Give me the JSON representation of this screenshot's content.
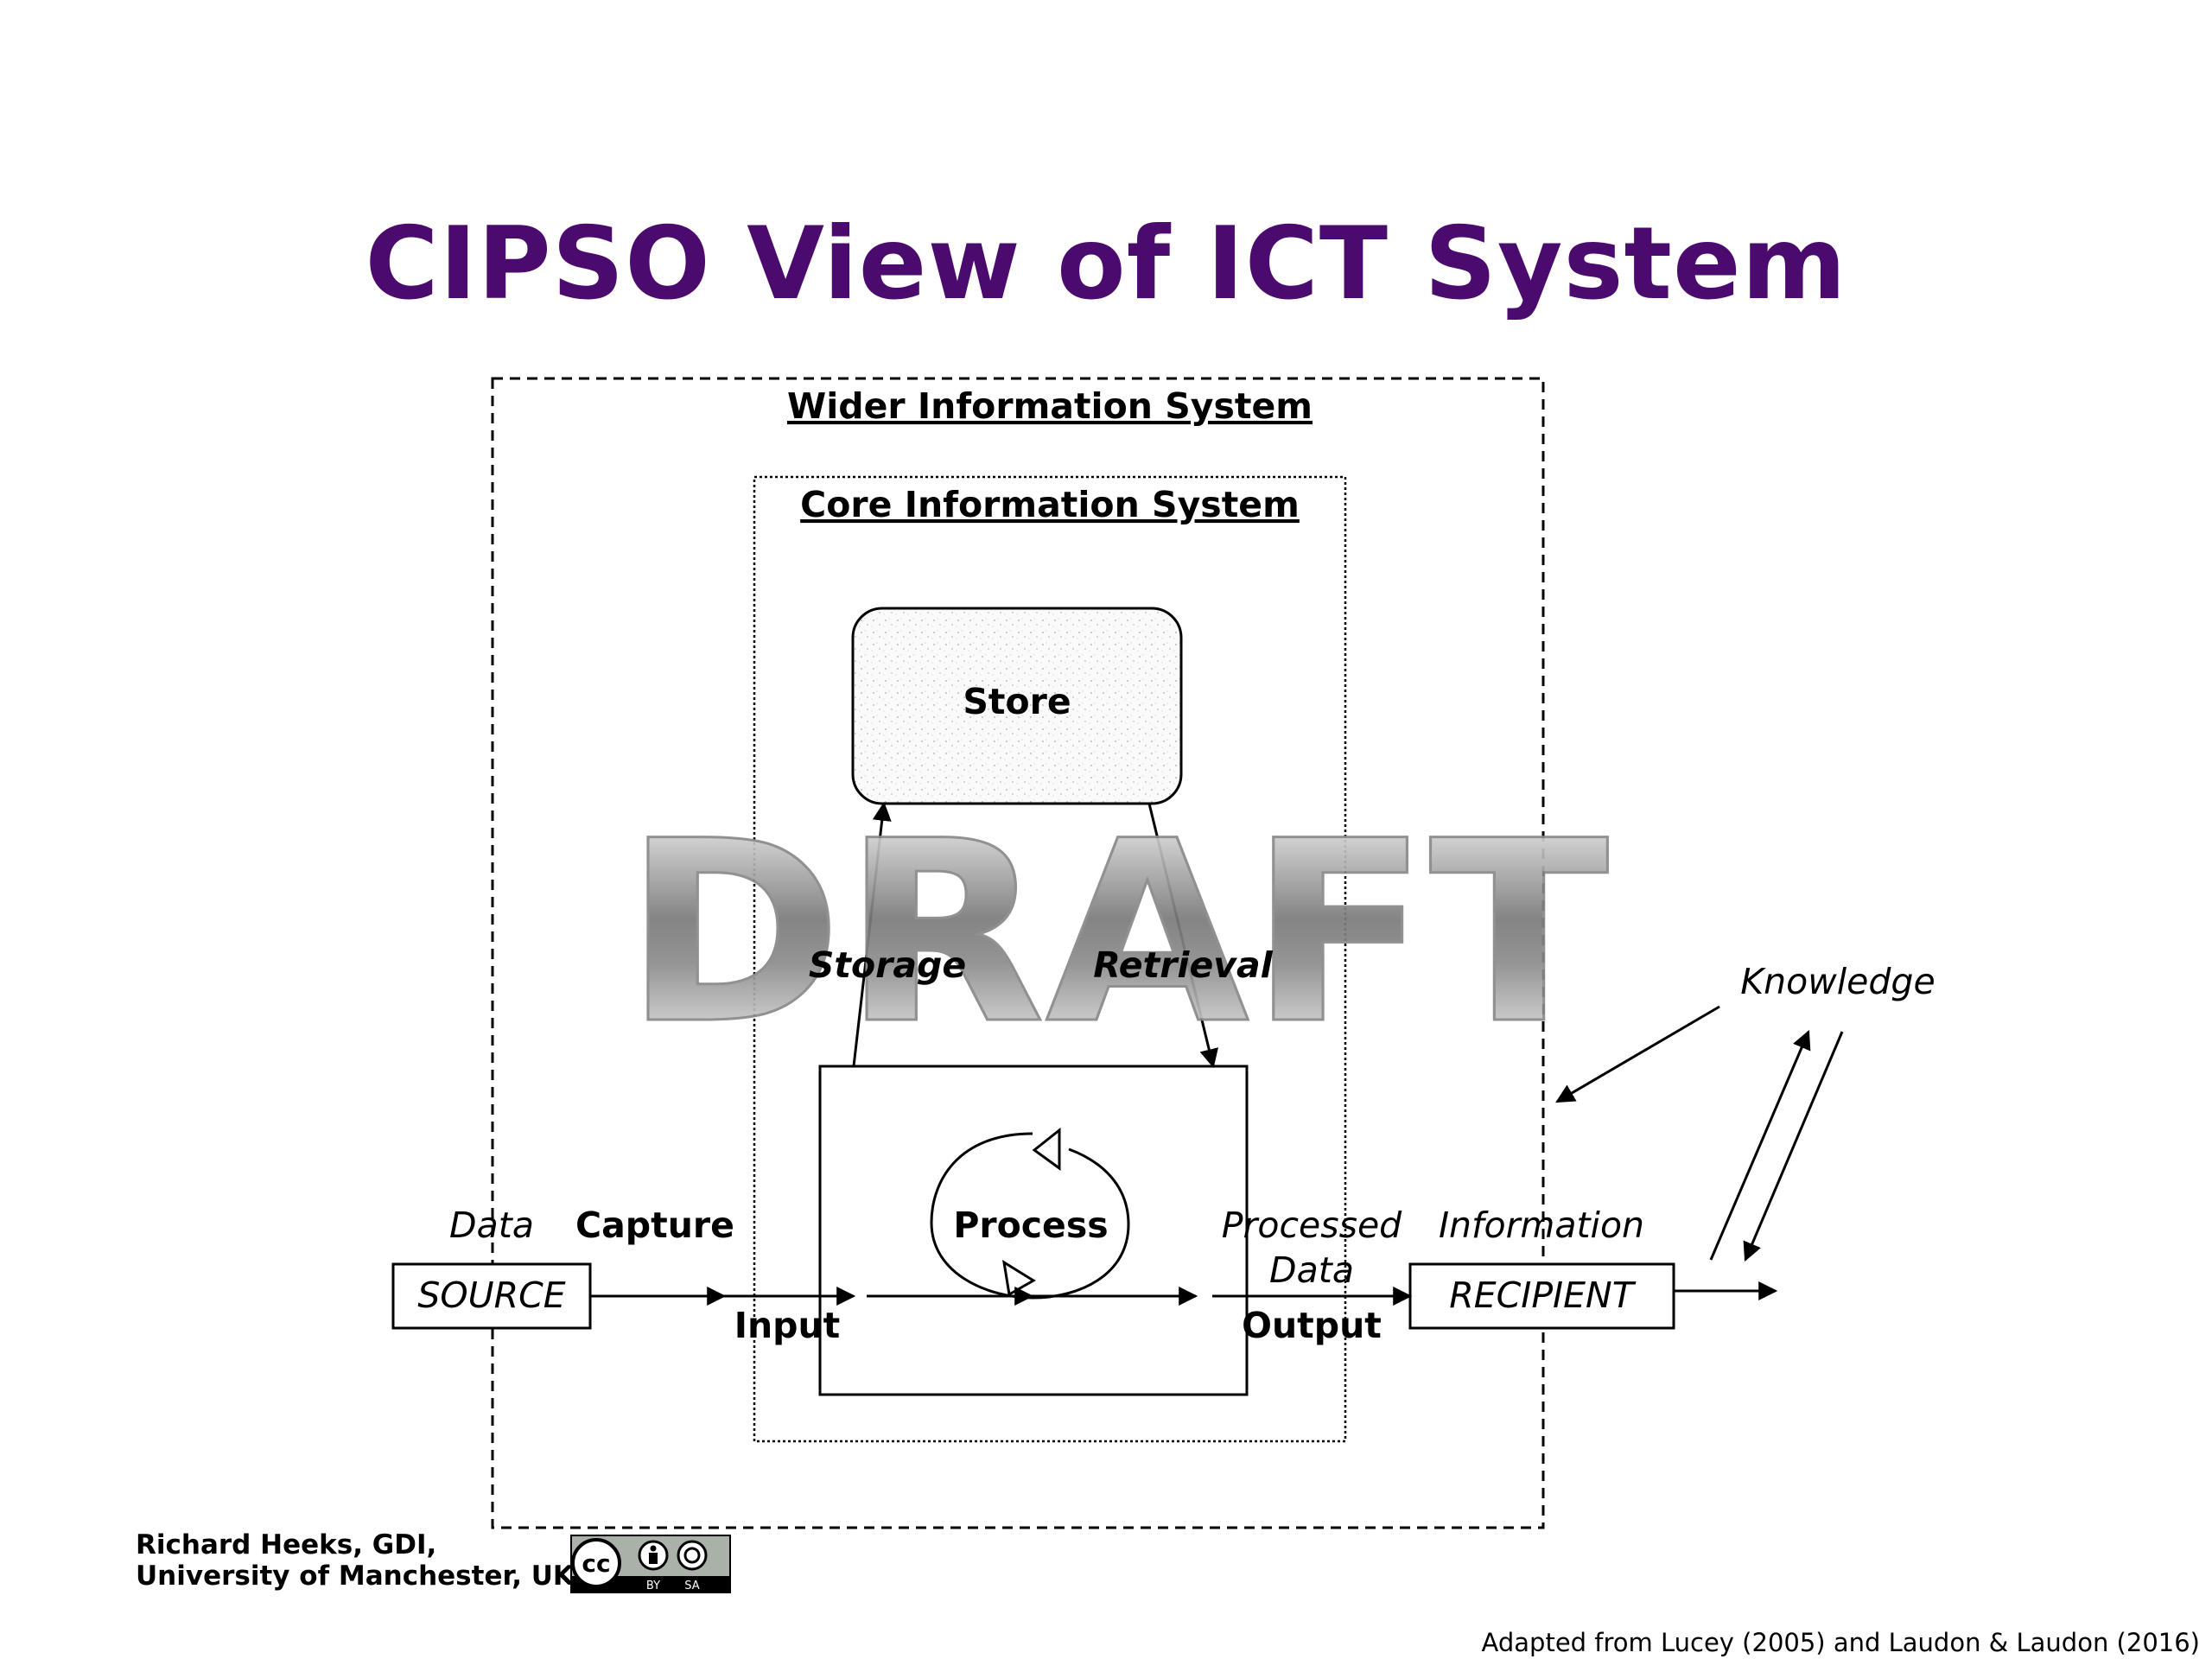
{
  "title": "CIPSO View of ICT System",
  "labels": {
    "wider": "Wider Information System",
    "core": "Core Information System",
    "store": "Store",
    "storage": "Storage",
    "retrieval": "Retrieval",
    "process": "Process",
    "data": "Data",
    "capture": "Capture",
    "source": "SOURCE",
    "input": "Input",
    "processed_line1": "Processed",
    "processed_line2": "Data",
    "information": "Information",
    "output": "Output",
    "recipient": "RECIPIENT",
    "knowledge": "Knowledge"
  },
  "watermark": "DRAFT",
  "author": "Richard Heeks, GDI, University of Manchester, UK",
  "license": {
    "badge": "cc",
    "by": "BY",
    "sa": "SA"
  },
  "credit": "Adapted from Lucey (2005) and Laudon & Laudon (2016)"
}
